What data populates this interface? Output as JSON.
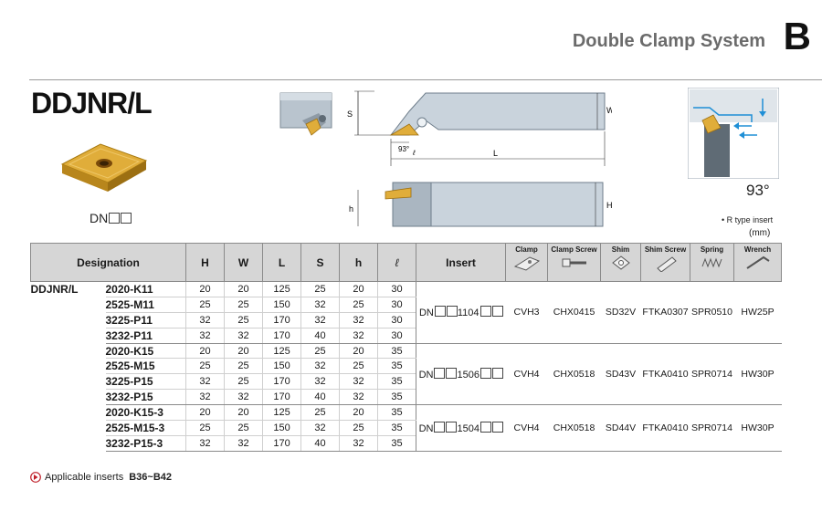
{
  "header": {
    "title": "Double Clamp System",
    "section_letter": "B"
  },
  "product": {
    "code": "DDJNR/L",
    "insert_label": "DN",
    "angle": "93°",
    "r_type_note": "• R type insert",
    "unit_note": "(mm)"
  },
  "diagram_labels": {
    "S": "S",
    "W": "W",
    "L": "L",
    "h": "h",
    "H": "H",
    "angle": "93°",
    "ell": "ℓ"
  },
  "table": {
    "headers": {
      "designation": "Designation",
      "H": "H",
      "W": "W",
      "L": "L",
      "S": "S",
      "h": "h",
      "l": "ℓ",
      "insert": "Insert",
      "clamp": "Clamp",
      "clamp_screw": "Clamp Screw",
      "shim": "Shim",
      "shim_screw": "Shim Screw",
      "spring": "Spring",
      "wrench": "Wrench"
    },
    "family": "DDJNR/L",
    "rows": [
      {
        "designation": "2020-K11",
        "H": "20",
        "W": "20",
        "L": "125",
        "S": "25",
        "h": "20",
        "l": "30"
      },
      {
        "designation": "2525-M11",
        "H": "25",
        "W": "25",
        "L": "150",
        "S": "32",
        "h": "25",
        "l": "30"
      },
      {
        "designation": "3225-P11",
        "H": "32",
        "W": "25",
        "L": "170",
        "S": "32",
        "h": "32",
        "l": "30"
      },
      {
        "designation": "3232-P11",
        "H": "32",
        "W": "32",
        "L": "170",
        "S": "40",
        "h": "32",
        "l": "30"
      },
      {
        "designation": "2020-K15",
        "H": "20",
        "W": "20",
        "L": "125",
        "S": "25",
        "h": "20",
        "l": "35"
      },
      {
        "designation": "2525-M15",
        "H": "25",
        "W": "25",
        "L": "150",
        "S": "32",
        "h": "25",
        "l": "35"
      },
      {
        "designation": "3225-P15",
        "H": "32",
        "W": "25",
        "L": "170",
        "S": "32",
        "h": "32",
        "l": "35"
      },
      {
        "designation": "3232-P15",
        "H": "32",
        "W": "32",
        "L": "170",
        "S": "40",
        "h": "32",
        "l": "35"
      },
      {
        "designation": "2020-K15-3",
        "H": "20",
        "W": "20",
        "L": "125",
        "S": "25",
        "h": "20",
        "l": "35"
      },
      {
        "designation": "2525-M15-3",
        "H": "25",
        "W": "25",
        "L": "150",
        "S": "32",
        "h": "25",
        "l": "35"
      },
      {
        "designation": "3232-P15-3",
        "H": "32",
        "W": "32",
        "L": "170",
        "S": "40",
        "h": "32",
        "l": "35"
      }
    ],
    "groups": [
      {
        "insert_prefix": "DN",
        "insert_mid": "1104",
        "clamp": "CVH3",
        "clamp_screw": "CHX0415",
        "shim": "SD32V",
        "shim_screw": "FTKA0307",
        "spring": "SPR0510",
        "wrench": "HW25P"
      },
      {
        "insert_prefix": "DN",
        "insert_mid": "1506",
        "clamp": "CVH4",
        "clamp_screw": "CHX0518",
        "shim": "SD43V",
        "shim_screw": "FTKA0410",
        "spring": "SPR0714",
        "wrench": "HW30P"
      },
      {
        "insert_prefix": "DN",
        "insert_mid": "1504",
        "clamp": "CVH4",
        "clamp_screw": "CHX0518",
        "shim": "SD44V",
        "shim_screw": "FTKA0410",
        "spring": "SPR0714",
        "wrench": "HW30P"
      }
    ]
  },
  "footer": {
    "text": "Applicable inserts",
    "ref": "B36~B42"
  },
  "colors": {
    "header_gray": "#6b6b6b",
    "table_header_bg": "#d6d6d6",
    "tool_body": "#c9d3dc",
    "insert_gold": "#d8a320",
    "accent_blue": "#1f8fd6"
  }
}
